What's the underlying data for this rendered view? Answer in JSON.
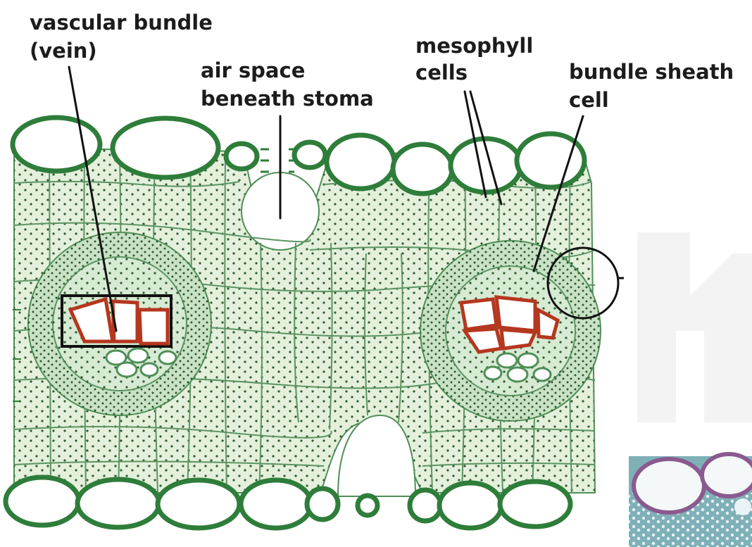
{
  "labels": {
    "vascular_bundle_line1": "vascular bundle",
    "vascular_bundle_line2": "(vein)",
    "air_space_line1": "air space",
    "air_space_line2": "beneath stoma",
    "mesophyll_line1": "mesophyll",
    "mesophyll_line2": "cells",
    "bundle_sheath_line1": "bundle sheath",
    "bundle_sheath_line2": "cell"
  },
  "colors": {
    "epidermis": "#2e7d3a",
    "cell_wall": "#4f8f57",
    "mesophyll_fill": "#e4f0dc",
    "sheath_fill": "#c9e2c6",
    "xylem_wall": "#b5371f",
    "chloroplast": "#2f5a2f",
    "corner_photo": "#7fb0b8"
  }
}
